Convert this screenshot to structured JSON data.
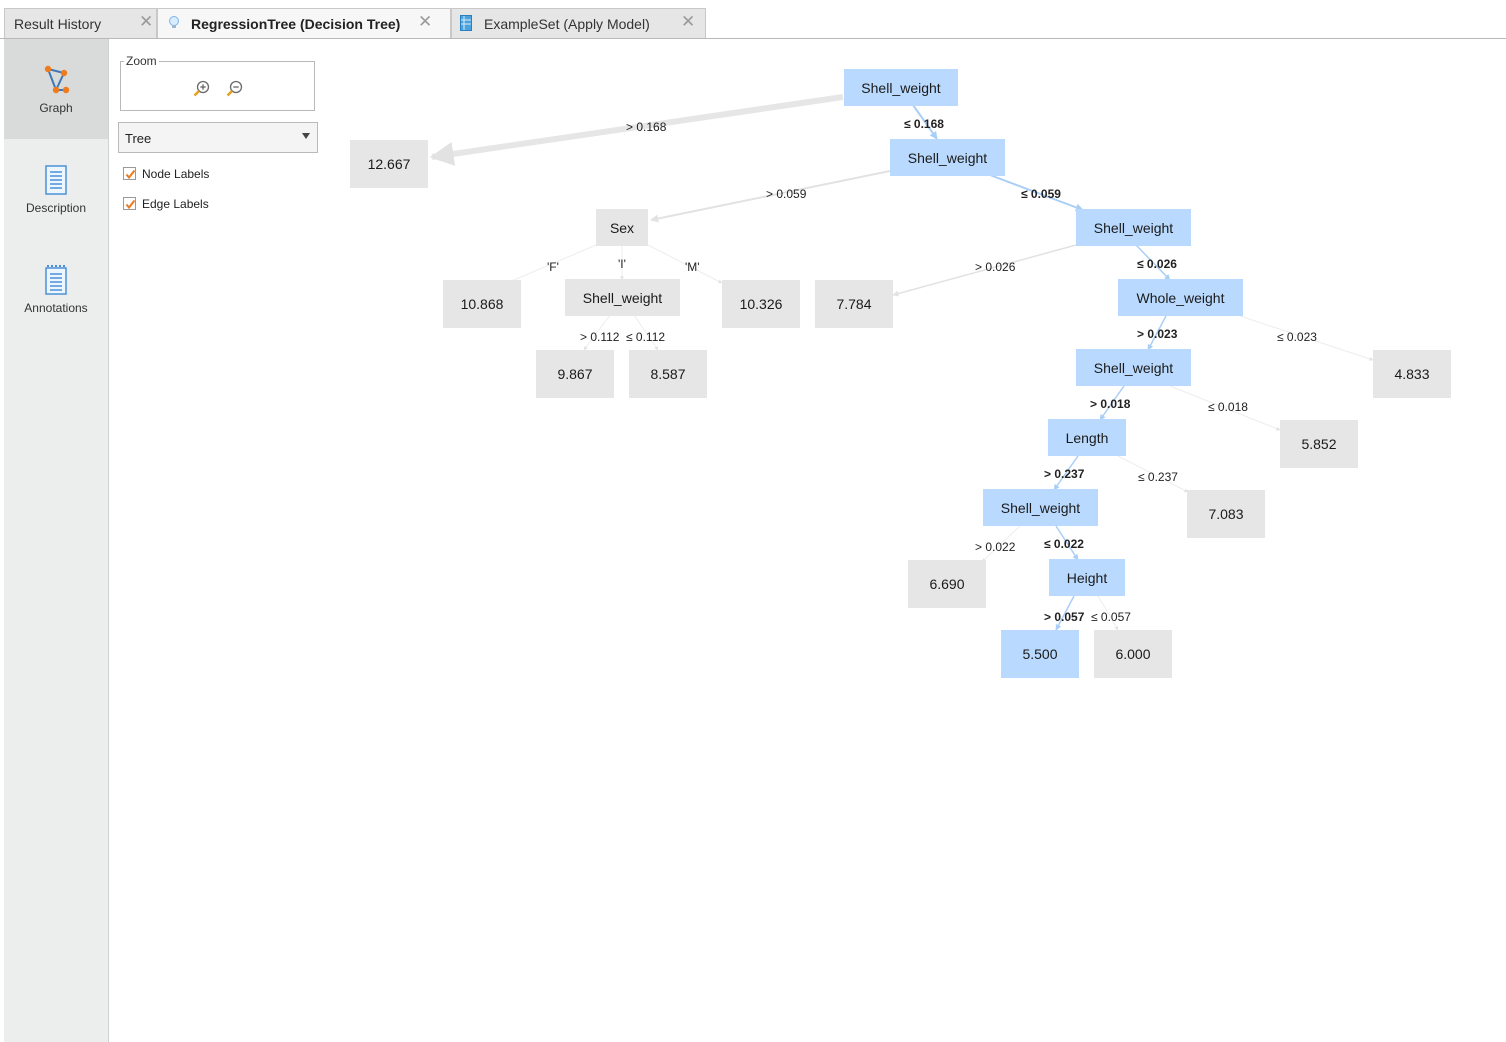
{
  "tabs": [
    {
      "label": "Result History"
    },
    {
      "label": "RegressionTree (Decision Tree)"
    },
    {
      "label": "ExampleSet (Apply Model)"
    }
  ],
  "tab_close_symbol": "✕",
  "nav": {
    "graph": {
      "label": "Graph",
      "icon": "graph-icon"
    },
    "description": {
      "label": "Description",
      "icon": "description-icon"
    },
    "annotations": {
      "label": "Annotations",
      "icon": "annotations-icon"
    }
  },
  "options": {
    "zoom_title": "Zoom",
    "layout_value": "Tree",
    "node_labels": "Node Labels",
    "edge_labels": "Edge Labels",
    "node_labels_checked": true,
    "edge_labels_checked": true
  },
  "colors": {
    "inner_node": "#b9dafe",
    "leaf_node": "#e6e6e6",
    "accent": "#f07b1c"
  },
  "tree": {
    "nodes": {
      "n1": "Shell_weight",
      "n2": "Shell_weight",
      "n3": "Sex",
      "n4": "Shell_weight",
      "n5": "Shell_weight",
      "n6": "Whole_weight",
      "n7": "Shell_weight",
      "n8": "Length",
      "n9": "Shell_weight",
      "n10": "Height",
      "l1": "12.667",
      "l2": "10.868",
      "l3": "10.326",
      "l4": "9.867",
      "l5": "8.587",
      "l6": "7.784",
      "l7": "4.833",
      "l8": "5.852",
      "l9": "7.083",
      "l10": "6.690",
      "l11": "5.500",
      "l12": "6.000"
    },
    "edges": {
      "e1": "> 0.168",
      "e2": "≤ 0.168",
      "e3": "> 0.059",
      "e4": "≤ 0.059",
      "e5": "'F'",
      "e6": "'I'",
      "e7": "'M'",
      "e8": "> 0.112",
      "e9": "≤ 0.112",
      "e10": "> 0.026",
      "e11": "≤ 0.026",
      "e12": "> 0.023",
      "e13": "≤ 0.023",
      "e14": "> 0.018",
      "e15": "≤ 0.018",
      "e16": "> 0.237",
      "e17": "≤ 0.237",
      "e18": "> 0.022",
      "e19": "≤ 0.022",
      "e20": "> 0.057",
      "e21": "≤ 0.057"
    }
  }
}
